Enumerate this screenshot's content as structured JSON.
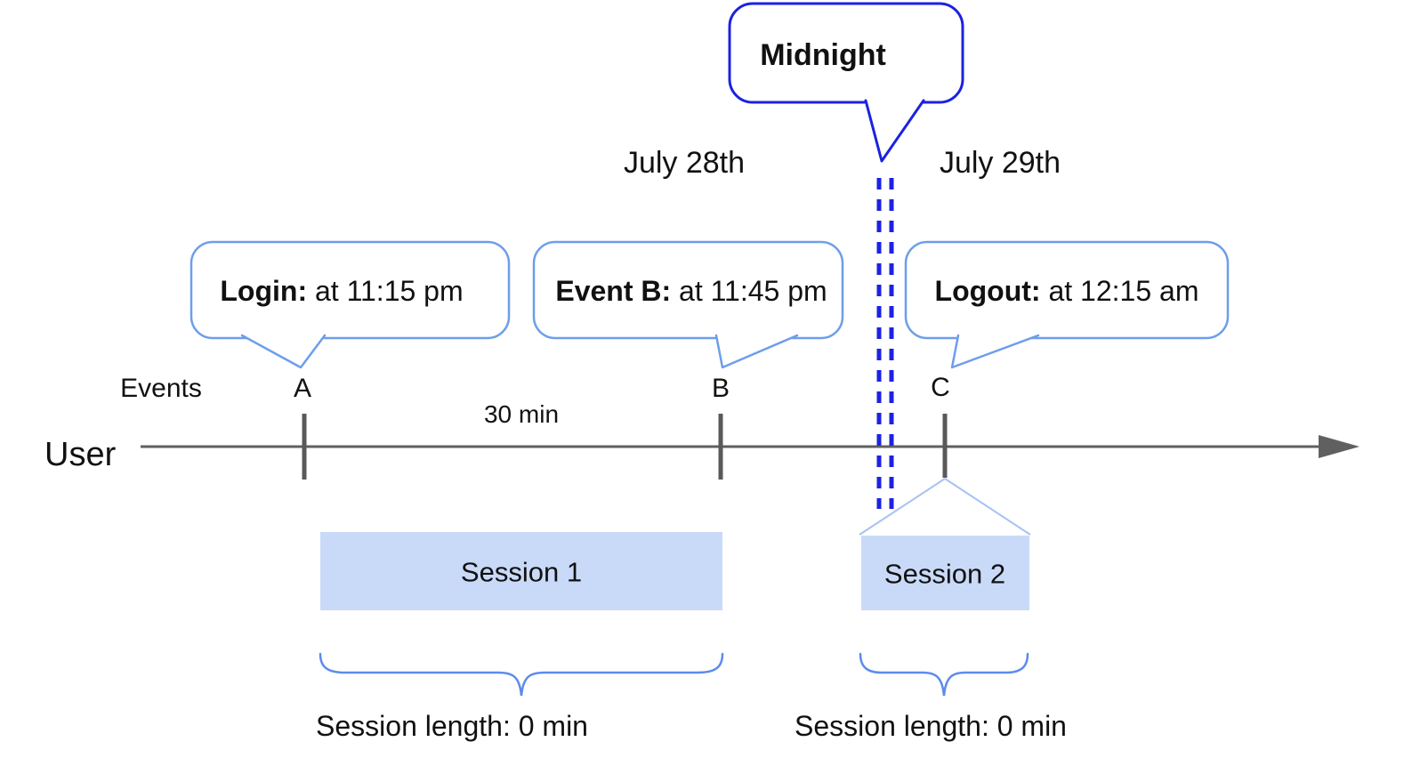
{
  "dates": {
    "before_midnight": "July 28th",
    "after_midnight": "July 29th"
  },
  "midnight": {
    "label": "Midnight"
  },
  "callouts": {
    "login": {
      "bold": "Login:",
      "rest": " at 11:15 pm"
    },
    "event_b": {
      "bold": "Event B:",
      "rest": " at 11:45 pm"
    },
    "logout": {
      "bold": "Logout:",
      "rest": " at 12:15 am"
    }
  },
  "axis": {
    "events_label": "Events",
    "user_label": "User",
    "interval_label": "30 min",
    "markers": {
      "a": "A",
      "b": "B",
      "c": "C"
    }
  },
  "sessions": {
    "s1": {
      "label": "Session 1",
      "length": "Session length: 0 min"
    },
    "s2": {
      "label": "Session 2",
      "length": "Session length: 0 min"
    }
  },
  "colors": {
    "callout_border": "#6d9eeb",
    "midnight_blue": "#1c22e0",
    "session_fill": "#c9daf8",
    "brace_blue": "#5c8bee",
    "connector_blue": "#a7c2f2",
    "axis_gray": "#606060",
    "tick_gray": "#595959",
    "text_black": "#111111"
  }
}
